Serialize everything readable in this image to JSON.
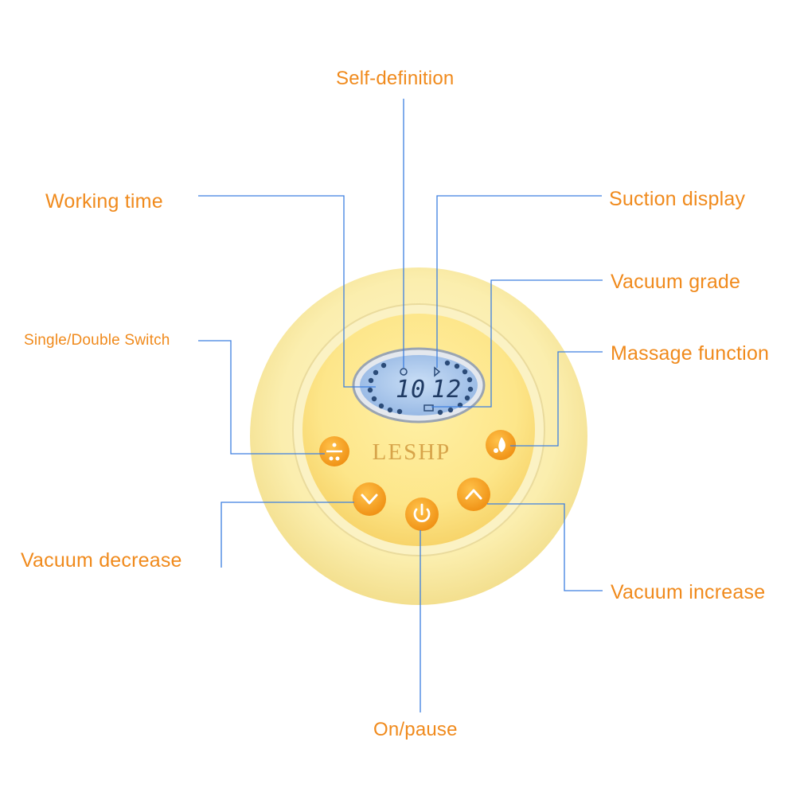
{
  "labels": {
    "self_definition": "Self-definition",
    "working_time": "Working time",
    "suction_display": "Suction display",
    "vacuum_grade": "Vacuum grade",
    "single_double_switch": "Single/Double Switch",
    "massage_function": "Massage function",
    "vacuum_decrease": "Vacuum decrease",
    "vacuum_increase": "Vacuum increase",
    "on_pause": "On/pause"
  },
  "device": {
    "brand": "LESHP",
    "lcd": {
      "working_time_value": "10",
      "suction_value": "12"
    },
    "buttons": [
      {
        "name": "single-double-switch-button",
        "icon": "split-divide-icon"
      },
      {
        "name": "massage-button",
        "icon": "droplets-icon"
      },
      {
        "name": "vacuum-decrease-button",
        "icon": "chevron-down-icon"
      },
      {
        "name": "on-pause-button",
        "icon": "power-icon"
      },
      {
        "name": "vacuum-increase-button",
        "icon": "chevron-up-icon"
      }
    ]
  },
  "colors": {
    "label_text": "#f08a1c",
    "leader_line": "#3d7fe0",
    "device_outer": "#fbf0b0",
    "device_face": "#fde27a",
    "button": "#f6a01a",
    "lcd_screen": "#a8c8ee",
    "lcd_digits": "#1f3a63"
  }
}
